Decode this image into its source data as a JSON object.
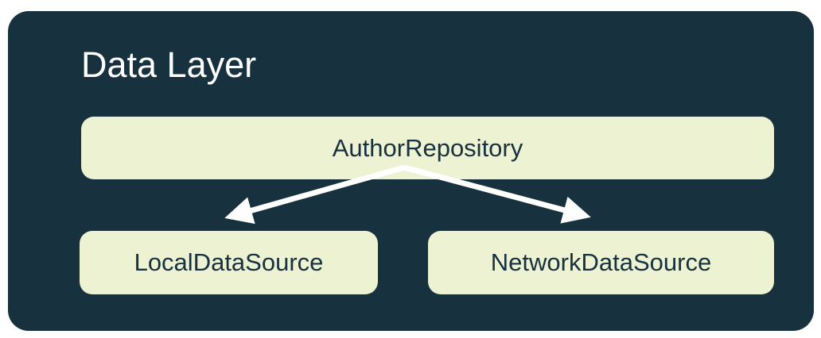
{
  "diagram": {
    "title": "Data Layer",
    "nodes": [
      {
        "id": "author-repository",
        "label": "AuthorRepository"
      },
      {
        "id": "local-data-source",
        "label": "LocalDataSource"
      },
      {
        "id": "network-data-source",
        "label": "NetworkDataSource"
      }
    ],
    "edges": [
      {
        "from": "AuthorRepository",
        "to": "LocalDataSource"
      },
      {
        "from": "AuthorRepository",
        "to": "NetworkDataSource"
      }
    ]
  },
  "colors": {
    "page_background": "#FFFFFF",
    "container_background": "#17313F",
    "node_background": "#EDF2D3",
    "node_text": "#17313F",
    "title_text": "#FFFFFF",
    "arrow": "#FFFFFF"
  }
}
